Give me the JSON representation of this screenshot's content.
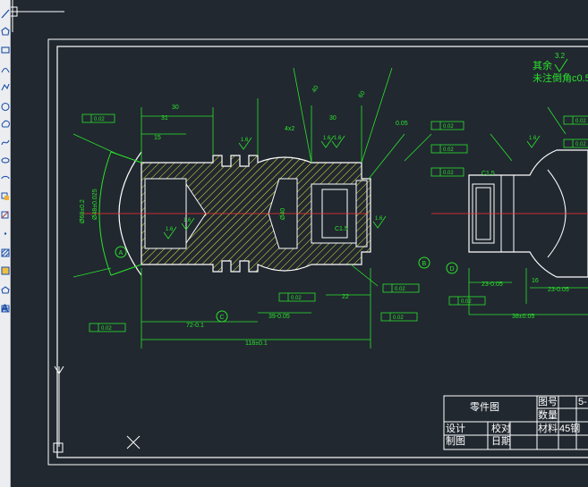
{
  "toolbar": {
    "tools": [
      {
        "name": "line-icon"
      },
      {
        "name": "polygon-icon"
      },
      {
        "name": "rectangle-icon"
      },
      {
        "name": "arc-icon"
      },
      {
        "name": "polyline-icon"
      },
      {
        "name": "circle-icon"
      },
      {
        "name": "revision-cloud-icon"
      },
      {
        "name": "spline-icon"
      },
      {
        "name": "ellipse-icon"
      },
      {
        "name": "ellipse-arc-icon"
      },
      {
        "name": "insert-block-icon"
      },
      {
        "name": "make-block-icon"
      },
      {
        "name": "point-icon"
      },
      {
        "name": "hatch-icon"
      },
      {
        "name": "gradient-icon"
      },
      {
        "name": "region-icon"
      },
      {
        "name": "table-icon"
      }
    ],
    "text_tool_label": "A"
  },
  "title_block": {
    "drawing_name": "零件图",
    "drawing_no_label": "图号",
    "drawing_no_value": "5-",
    "quantity_label": "数量",
    "material_label": "材料",
    "material_value": "45钢",
    "designer_label": "设计",
    "checker_label": "校对",
    "drafter_label": "制图",
    "date_label": "日期"
  },
  "notes": {
    "line1_prefix": "其余",
    "line1_value": "3.2",
    "line2": "未注倒角c0.5"
  },
  "dimensions": {
    "top_30": "30",
    "top_31": "31",
    "top_15": "15",
    "top_40": "40",
    "top_60": "60",
    "top_30b": "30",
    "top_442": "4x2",
    "left_dia1": "Ø68±0.2",
    "left_dia2": "Ø48±0.025",
    "center_dia": "Ø40",
    "bottom_72": "72-0.1",
    "bottom_39": "39-0.05",
    "bottom_22": "22",
    "overall": "118±0.1",
    "right_38": "38±0.05",
    "right_23": "23-0.05",
    "right_16": "16",
    "right_23b": "23-0.05",
    "c15": "C1.5",
    "roughness_16": "1.6",
    "roughness_32": "3.2",
    "label_a": "A",
    "label_b": "B",
    "label_c": "C",
    "label_d": "D",
    "gtol_001": "0.02",
    "tol_005": "0.05"
  },
  "colors": {
    "background": "#212830",
    "outline": "#ffffff",
    "dimension": "#2be32b",
    "hatch": "#e8e83a",
    "center_line": "#ff3030"
  }
}
